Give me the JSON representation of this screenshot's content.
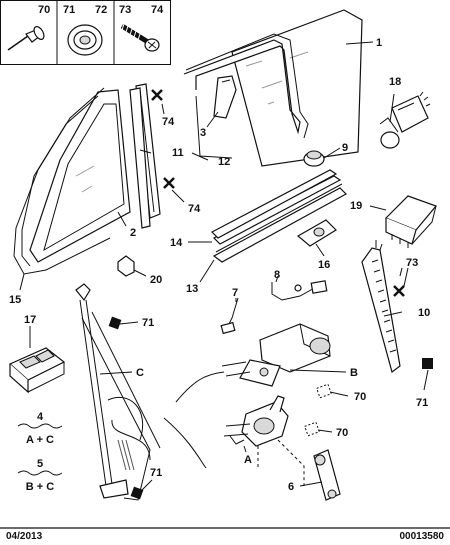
{
  "header_parts": [
    {
      "ref": "70",
      "icon": "rivet-icon"
    },
    {
      "ref": "71",
      "icon": "grommet-icon"
    },
    {
      "ref": "72",
      "icon": "grommet-icon"
    },
    {
      "ref": "73",
      "icon": "screw-icon"
    },
    {
      "ref": "74",
      "icon": "screw-icon"
    }
  ],
  "callouts": {
    "c1": "1",
    "c2": "2",
    "c3": "3",
    "c6": "6",
    "c7": "7",
    "c8": "8",
    "c9": "9",
    "c10": "10",
    "c11": "11",
    "c12": "12",
    "c13": "13",
    "c14": "14",
    "c15": "15",
    "c16": "16",
    "c17": "17",
    "c18": "18",
    "c19": "19",
    "c20": "20",
    "c70a": "70",
    "c70b": "70",
    "c71a": "71",
    "c71b": "71",
    "c71c": "71",
    "c73": "73",
    "c74a": "74",
    "c74b": "74",
    "cA": "A",
    "cB": "B",
    "cC": "C"
  },
  "legend": [
    {
      "ref": "4",
      "formula": "A + C"
    },
    {
      "ref": "5",
      "formula": "B + C"
    }
  ],
  "footer": {
    "date": "04/2013",
    "code": "00013580"
  }
}
